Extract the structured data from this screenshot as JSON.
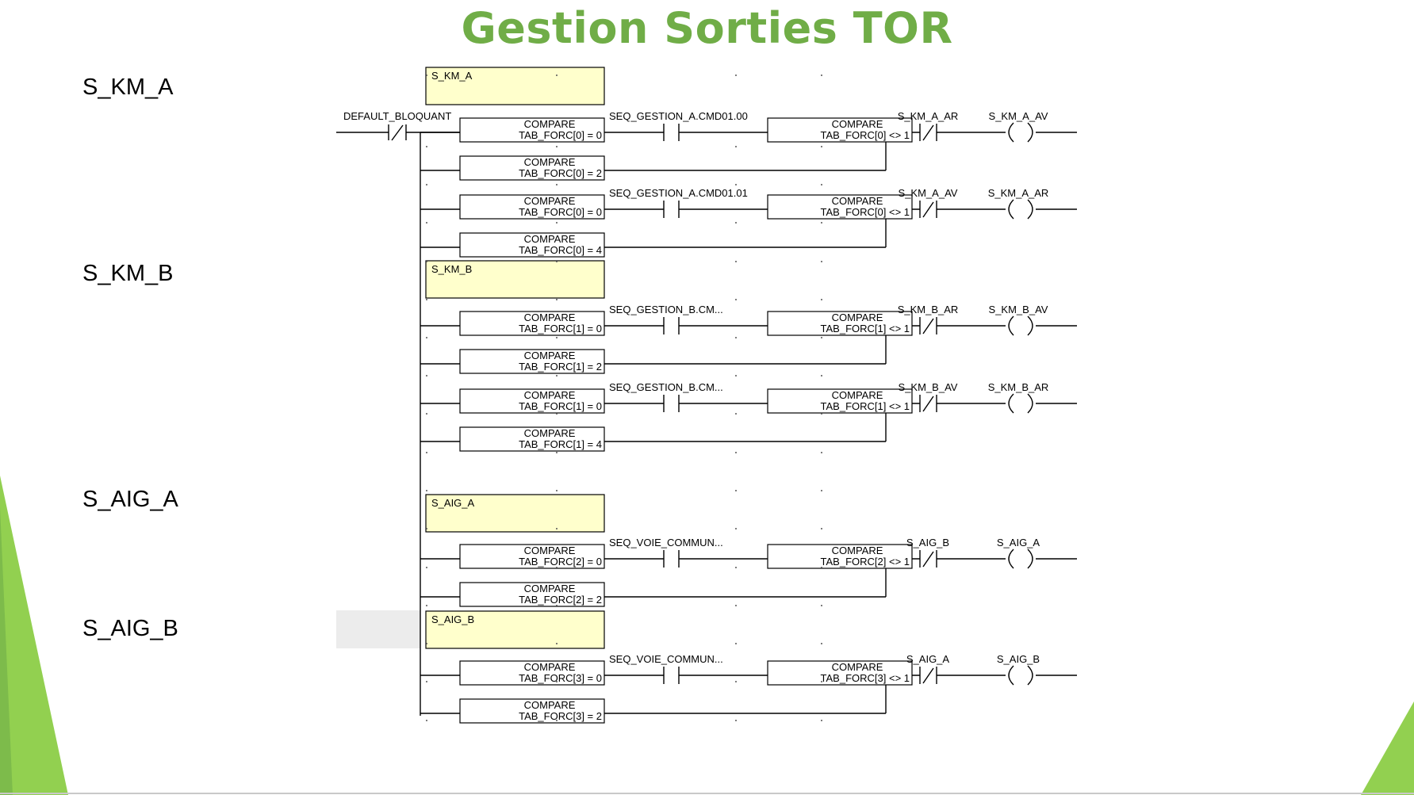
{
  "title": "Gestion Sorties TOR",
  "colors": {
    "title": "#70ad47",
    "accent_green": "#92d050",
    "comment_fill": "#ffffcc",
    "wire": "#000000"
  },
  "section_labels": [
    "S_KM_A",
    "S_KM_B",
    "S_AIG_A",
    "S_AIG_B"
  ],
  "ladder": {
    "power_rail_contact": "DEFAULT_BLOQUANT",
    "comments": [
      {
        "label": "S_KM_A"
      },
      {
        "label": "S_KM_B"
      },
      {
        "label": "S_AIG_A"
      },
      {
        "label": "S_AIG_B"
      }
    ],
    "rungs": [
      {
        "compare1": {
          "header": "COMPARE",
          "expr": "TAB_FORC[0] = 0"
        },
        "compare_alt": {
          "header": "COMPARE",
          "expr": "TAB_FORC[0] = 2"
        },
        "contact": "SEQ_GESTION_A.CMD01.00",
        "compare2": {
          "header": "COMPARE",
          "expr": "TAB_FORC[0] <> 1"
        },
        "interlock": "S_KM_A_AR",
        "coil": "S_KM_A_AV"
      },
      {
        "compare1": {
          "header": "COMPARE",
          "expr": "TAB_FORC[0] = 0"
        },
        "compare_alt": {
          "header": "COMPARE",
          "expr": "TAB_FORC[0] = 4"
        },
        "contact": "SEQ_GESTION_A.CMD01.01",
        "compare2": {
          "header": "COMPARE",
          "expr": "TAB_FORC[0] <> 1"
        },
        "interlock": "S_KM_A_AV",
        "coil": "S_KM_A_AR"
      },
      {
        "compare1": {
          "header": "COMPARE",
          "expr": "TAB_FORC[1] = 0"
        },
        "compare_alt": {
          "header": "COMPARE",
          "expr": "TAB_FORC[1] = 2"
        },
        "contact": "SEQ_GESTION_B.CM...",
        "compare2": {
          "header": "COMPARE",
          "expr": "TAB_FORC[1] <> 1"
        },
        "interlock": "S_KM_B_AR",
        "coil": "S_KM_B_AV"
      },
      {
        "compare1": {
          "header": "COMPARE",
          "expr": "TAB_FORC[1] = 0"
        },
        "compare_alt": {
          "header": "COMPARE",
          "expr": "TAB_FORC[1] = 4"
        },
        "contact": "SEQ_GESTION_B.CM...",
        "compare2": {
          "header": "COMPARE",
          "expr": "TAB_FORC[1] <> 1"
        },
        "interlock": "S_KM_B_AV",
        "coil": "S_KM_B_AR"
      },
      {
        "compare1": {
          "header": "COMPARE",
          "expr": "TAB_FORC[2] = 0"
        },
        "compare_alt": {
          "header": "COMPARE",
          "expr": "TAB_FORC[2] = 2"
        },
        "contact": "SEQ_VOIE_COMMUN...",
        "compare2": {
          "header": "COMPARE",
          "expr": "TAB_FORC[2] <> 1"
        },
        "interlock": "S_AIG_B",
        "coil": "S_AIG_A"
      },
      {
        "compare1": {
          "header": "COMPARE",
          "expr": "TAB_FORC[3] = 0"
        },
        "compare_alt": {
          "header": "COMPARE",
          "expr": "TAB_FORC[3] = 2"
        },
        "contact": "SEQ_VOIE_COMMUN...",
        "compare2": {
          "header": "COMPARE",
          "expr": "TAB_FORC[3] <> 1"
        },
        "interlock": "S_AIG_A",
        "coil": "S_AIG_B"
      }
    ]
  }
}
